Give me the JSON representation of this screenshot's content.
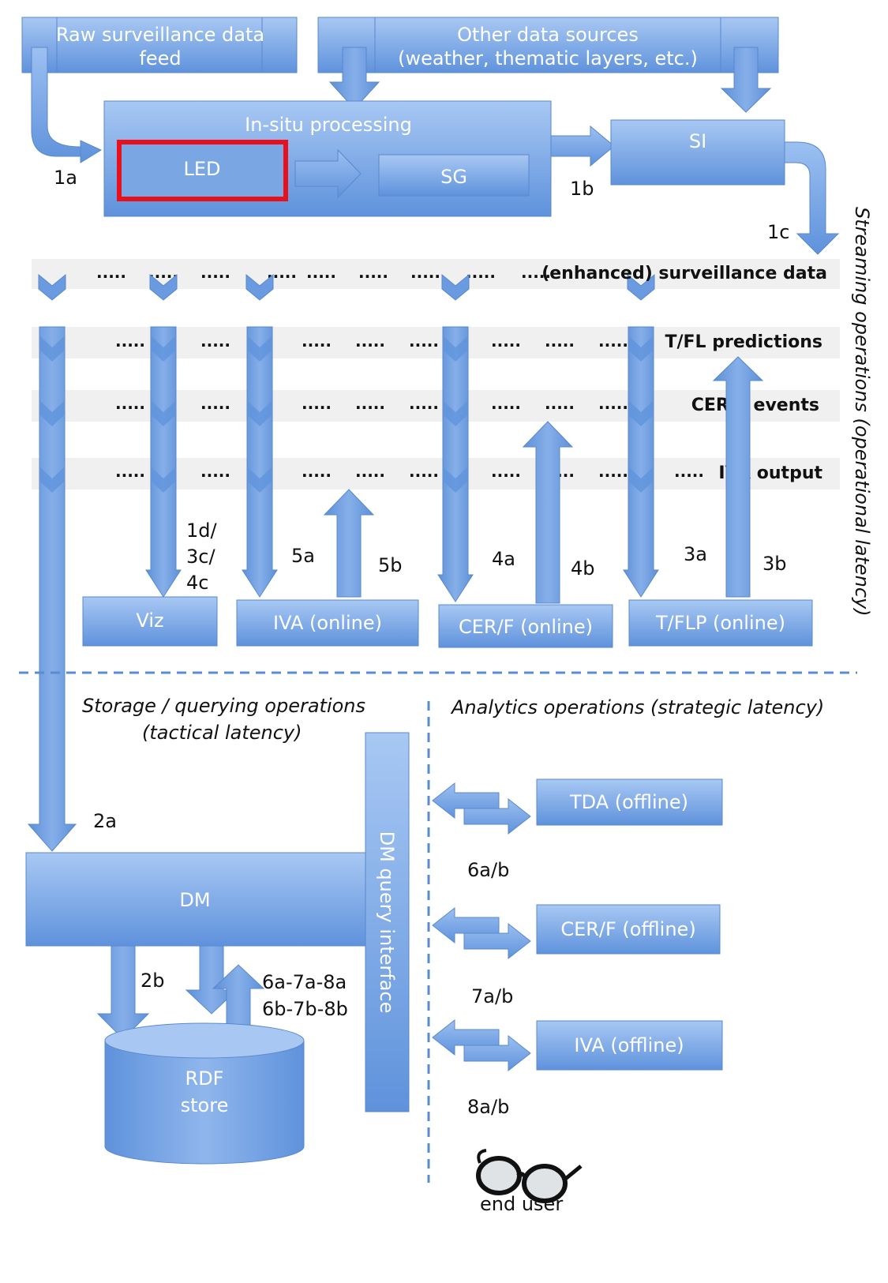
{
  "sources": {
    "raw": {
      "line1": "Raw surveillance data",
      "line2": "feed"
    },
    "other": {
      "line1": "Other data sources",
      "line2": "(weather, thematic layers, etc.)"
    }
  },
  "insitu": {
    "title": "In-situ processing",
    "led": "LED",
    "sg": "SG"
  },
  "si": "SI",
  "lanes": {
    "surveillance": "(enhanced) surveillance data",
    "predictions": "T/FL predictions",
    "events": "CER/F events",
    "iva": "IVA output"
  },
  "dots": ".....",
  "online": {
    "viz": "Viz",
    "iva": "IVA (online)",
    "cerf": "CER/F (online)",
    "tflp": "T/FLP (online)"
  },
  "labels": {
    "l1a": "1a",
    "l1b": "1b",
    "l1c": "1c",
    "l1d_1": "1d/",
    "l1d_2": "3c/",
    "l1d_3": "4c",
    "l5a": "5a",
    "l5b": "5b",
    "l4a": "4a",
    "l4b": "4b",
    "l3a": "3a",
    "l3b": "3b",
    "l2a": "2a",
    "l2b": "2b",
    "l6_1": "6a-7a-8a",
    "l6_2": "6b-7b-8b",
    "l6ab": "6a/b",
    "l7ab": "7a/b",
    "l8ab": "8a/b"
  },
  "sections": {
    "streaming": "Streaming operations (operational latency)",
    "storage_1": "Storage / querying operations",
    "storage_2": "(tactical latency)",
    "analytics": "Analytics operations (strategic latency)"
  },
  "dm": "DM",
  "dm_query": "DM query interface",
  "rdf": {
    "line1": "RDF",
    "line2": "store"
  },
  "offline": {
    "tda": "TDA (offline)",
    "cerf": "CER/F (offline)",
    "iva": "IVA (offline)"
  },
  "end_user": "end user",
  "colors": {
    "box": "#6f9fe0",
    "box_light": "#a9c8f2",
    "highlight": "#e8101a",
    "dash": "#5b8bd0"
  }
}
